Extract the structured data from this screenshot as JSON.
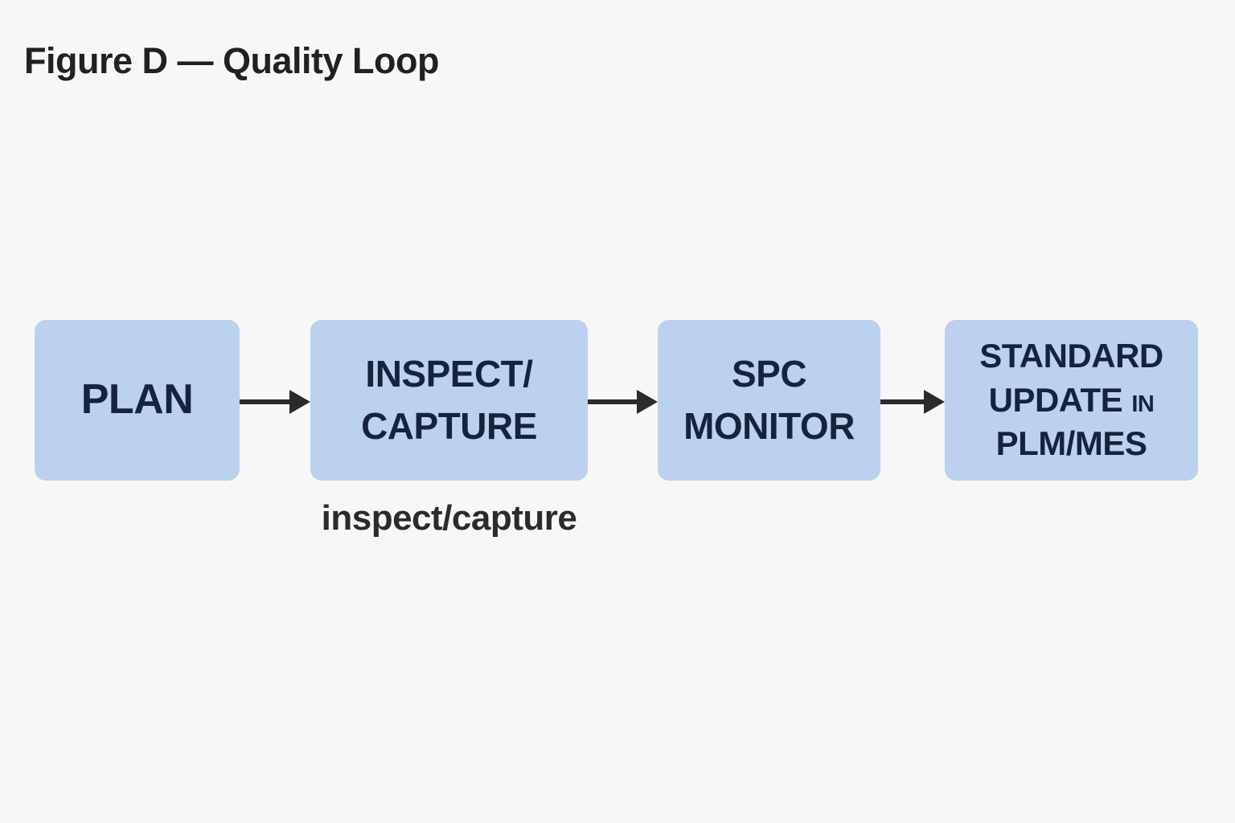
{
  "title": "Figure D — Quality Loop",
  "colors": {
    "background": "#f7f7f8",
    "box_fill": "#bcd1ee",
    "box_text": "#16233d",
    "arrow": "#2b2b2e",
    "title_text": "#202124",
    "caption_text": "#2a2b2d"
  },
  "flow": {
    "boxes": [
      {
        "id": "plan",
        "label": "PLAN"
      },
      {
        "id": "inspect-capture",
        "label": "INSPECT/\nCAPTURE"
      },
      {
        "id": "spc-monitor",
        "label": "SPC\nMONITOR"
      },
      {
        "id": "standard-update",
        "label_main": "STANDARD\nUPDATE ",
        "label_small": "IN",
        "label_rest": "\nPLM/MES"
      }
    ],
    "edge_label": "inspect/capture"
  }
}
